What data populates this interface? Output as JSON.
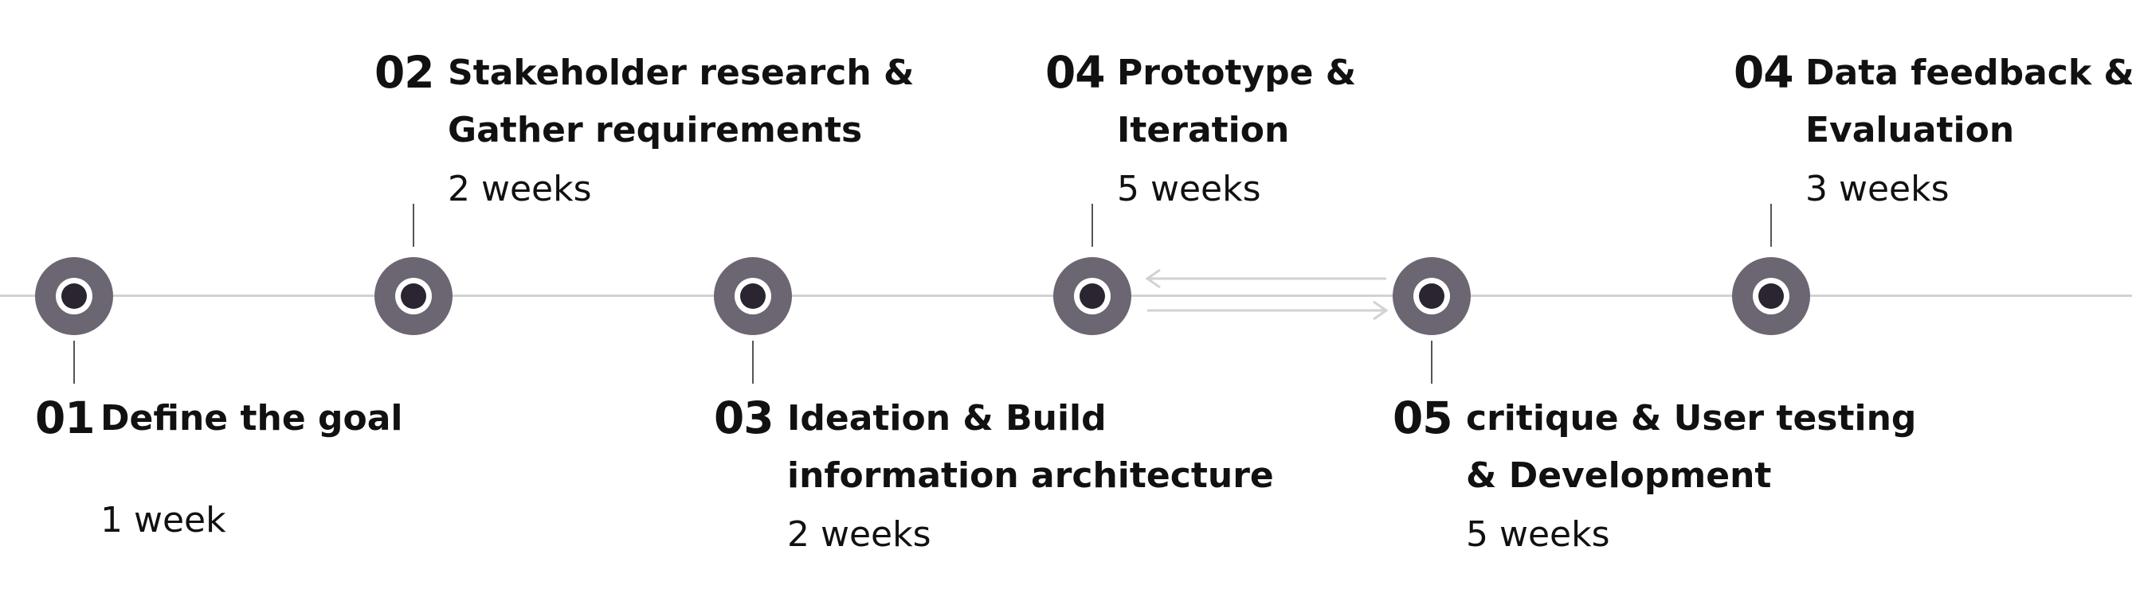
{
  "steps": [
    {
      "number": "01",
      "title_lines": [
        "Define the goal"
      ],
      "duration": "1 week"
    },
    {
      "number": "02",
      "title_lines": [
        "Stakeholder research &",
        "Gather requirements"
      ],
      "duration": "2 weeks"
    },
    {
      "number": "03",
      "title_lines": [
        "Ideation & Build",
        "information architecture"
      ],
      "duration": "2 weeks"
    },
    {
      "number": "04",
      "title_lines": [
        "Prototype &",
        "Iteration"
      ],
      "duration": "5 weeks"
    },
    {
      "number": "05",
      "title_lines": [
        "critique & User testing",
        "& Development"
      ],
      "duration": "5 weeks"
    },
    {
      "number": "04",
      "title_lines": [
        "Data feedback &",
        "Evaluation"
      ],
      "duration": "3 weeks"
    }
  ],
  "colors": {
    "node": "#6c6572",
    "node_core": "#2a2530",
    "line": "#d2d2d2",
    "arrows": "#d2d2d2",
    "text": "#111111"
  }
}
